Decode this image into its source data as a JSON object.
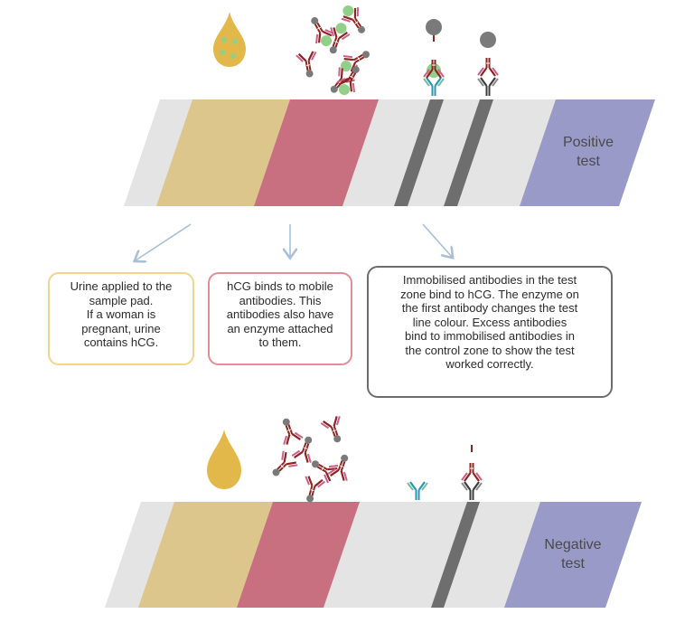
{
  "colors": {
    "strip": "#e4e4e4",
    "sample_pad": "#ddc68c",
    "conjugate_pad": "#c8707f",
    "test_line": "#6e6e6e",
    "absorbent_pad": "#9a9ac8",
    "urine_drop": "#e2b84a",
    "hcg": "#92cf8a",
    "antibody_heavy": "#8e2420",
    "antibody_light": "#cc5f8a",
    "enzyme": "#7a7a7a",
    "capture_antibody": "#2a96b4",
    "capture_antibody_light": "#6fbfa0",
    "control_antibody": "#3c3c3c",
    "control_antibody_light": "#8a8a8a",
    "arrow": "#a9bfd8",
    "box_sample_border": "#f1d58a",
    "box_conjugate_border": "#e28e98",
    "box_zone_border": "#6c6c6c"
  },
  "positive": {
    "label": [
      "Positive",
      "test"
    ]
  },
  "negative": {
    "label": [
      "Negative",
      "test"
    ]
  },
  "callouts": {
    "sample": {
      "lines": [
        "Urine applied to the",
        "sample pad.",
        "If a woman is",
        "pregnant, urine",
        "contains hCG."
      ]
    },
    "conjugate": {
      "lines": [
        "hCG binds to mobile",
        "antibodies. This",
        "antibodies also have",
        "an enzyme attached",
        "to them."
      ]
    },
    "zones": {
      "lines": [
        "Immobilised antibodies in the test",
        "zone bind to hCG. The enzyme on",
        "the first antibody changes the test",
        "line colour. Excess antibodies",
        "bind to immobilised antibodies in",
        "the control zone to show the test",
        "worked correctly."
      ]
    }
  }
}
